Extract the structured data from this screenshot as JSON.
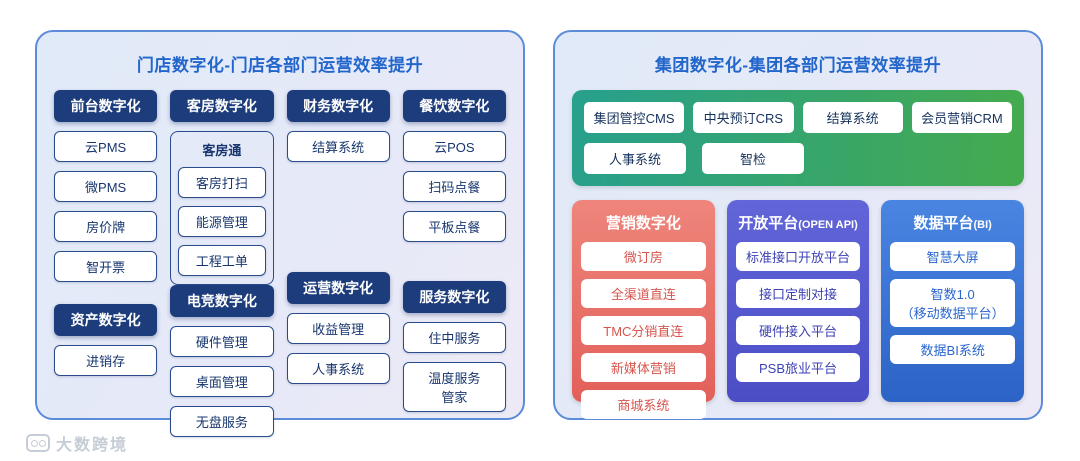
{
  "colors": {
    "title_blue": "#2366cb",
    "navy_header": "#1d3c7b",
    "panel_border": "#5b8bd9",
    "green_gradient_start": "#27a08d",
    "green_gradient_end": "#45aa4e",
    "marketing_red": "#e2605a",
    "openapi_purple": "#4b4ec5",
    "dataplatform_blue": "#2c63c6"
  },
  "store": {
    "title": "门店数字化-门店各部门运营效率提升",
    "front": {
      "header": "前台数字化",
      "items": [
        "云PMS",
        "微PMS",
        "房价牌",
        "智开票"
      ]
    },
    "asset": {
      "header": "资产数字化",
      "items": [
        "进销存"
      ]
    },
    "room": {
      "header": "客房数字化",
      "group": {
        "label": "客房通",
        "items": [
          "客房打扫",
          "能源管理",
          "工程工单"
        ]
      }
    },
    "esports": {
      "header": "电竞数字化",
      "items": [
        "硬件管理",
        "桌面管理",
        "无盘服务"
      ]
    },
    "finance": {
      "header": "财务数字化",
      "items": [
        "结算系统"
      ]
    },
    "operation": {
      "header": "运营数字化",
      "items": [
        "收益管理",
        "人事系统"
      ]
    },
    "dining": {
      "header": "餐饮数字化",
      "items": [
        "云POS",
        "扫码点餐",
        "平板点餐"
      ]
    },
    "service": {
      "header": "服务数字化",
      "items": [
        "住中服务",
        "温度服务\n管家"
      ]
    }
  },
  "group": {
    "title": "集团数字化-集团各部门运营效率提升",
    "shared": {
      "items": [
        "集团管控CMS",
        "中央预订CRS",
        "结算系统",
        "会员营销CRM",
        "人事系统",
        "智检"
      ]
    },
    "marketing": {
      "header": "营销数字化",
      "header_sub": "",
      "items": [
        "微订房",
        "全渠道直连",
        "TMC分销直连",
        "新媒体营销",
        "商城系统"
      ]
    },
    "openapi": {
      "header": "开放平台",
      "header_sub": "(OPEN API)",
      "items": [
        "标准接口开放平台",
        "接口定制对接",
        "硬件接入平台",
        "PSB旅业平台"
      ]
    },
    "dataplat": {
      "header": "数据平台",
      "header_sub": "(BI)",
      "items": [
        "智慧大屏",
        "智数1.0\n（移动数据平台）",
        "数据BI系统"
      ]
    }
  },
  "watermark": {
    "text": "大数跨境"
  }
}
